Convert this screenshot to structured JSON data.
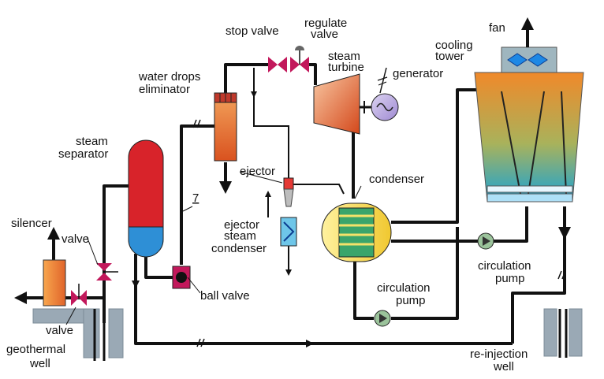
{
  "labels": {
    "stop_valve": "stop valve",
    "regulate_valve_1": "regulate",
    "regulate_valve_2": "valve",
    "steam_turbine_1": "steam",
    "steam_turbine_2": "turbine",
    "generator": "generator",
    "fan": "fan",
    "cooling_tower_1": "cooling",
    "cooling_tower_2": "tower",
    "water_drops_eliminator_1": "water drops",
    "water_drops_eliminator_2": "eliminator",
    "steam_separator_1": "steam",
    "steam_separator_2": "separator",
    "ejector": "ejector",
    "condenser": "condenser",
    "ejector_steam_condenser_1": "ejector",
    "ejector_steam_condenser_2": "steam",
    "ejector_steam_condenser_3": "condenser",
    "number_7": "7",
    "silencer": "silencer",
    "valve_top": "valve",
    "valve_bottom": "valve",
    "ball_valve": "ball valve",
    "circulation_pump_right_1": "circulation",
    "circulation_pump_right_2": "pump",
    "circulation_pump_bottom_1": "circulation",
    "circulation_pump_bottom_2": "pump",
    "geothermal_well_1": "geothermal",
    "geothermal_well_2": "well",
    "reinjection_well_1": "re-injection",
    "reinjection_well_2": "well"
  },
  "colors": {
    "pipe": "#111111",
    "separator_top": "#d8232a",
    "separator_bottom": "#2e8fd6",
    "valve": "#c2185b",
    "turbine_light": "#f6b48a",
    "turbine_dark": "#d8541e",
    "tower_top": "#f08a2a",
    "tower_bottom": "#1fa3d2",
    "generator": "#b7a6de",
    "pump": "#9bc39b",
    "well": "#9aa9b5"
  }
}
